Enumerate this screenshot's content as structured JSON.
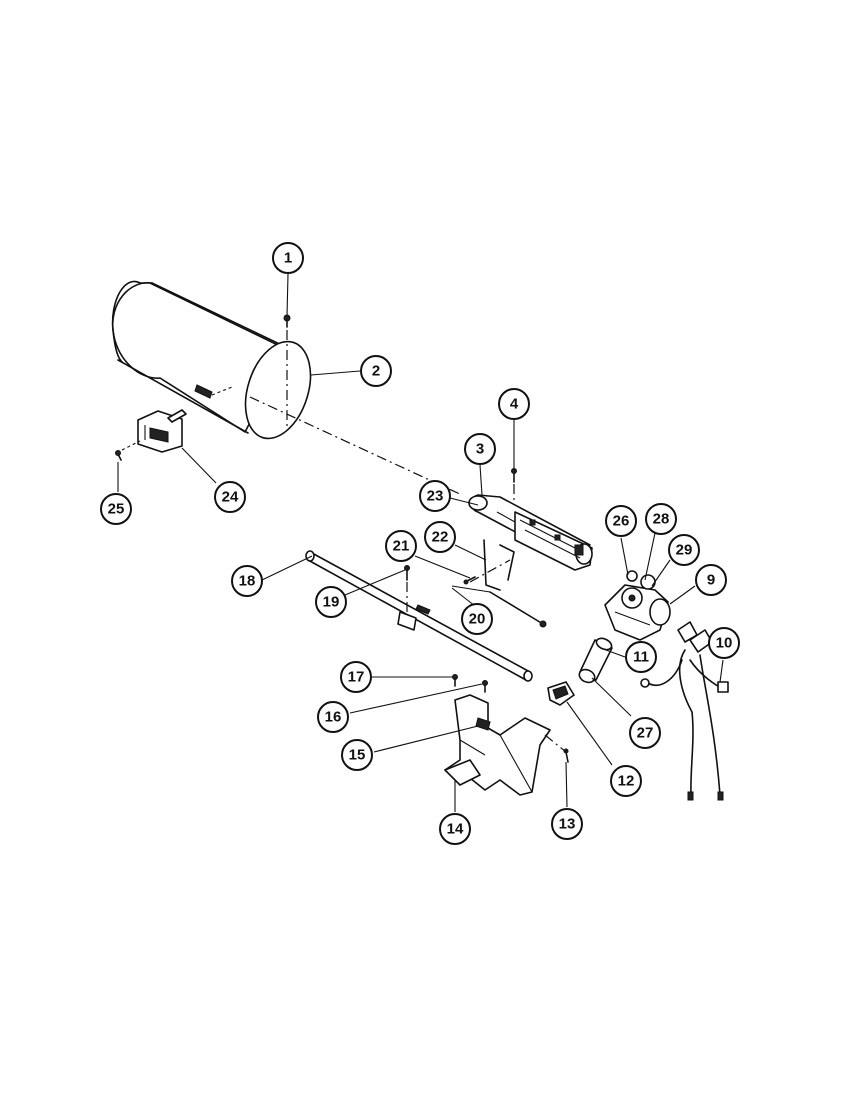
{
  "diagram": {
    "callouts": [
      {
        "id": "c1",
        "label": "1"
      },
      {
        "id": "c2",
        "label": "2"
      },
      {
        "id": "c3",
        "label": "3"
      },
      {
        "id": "c4",
        "label": "4"
      },
      {
        "id": "c9",
        "label": "9"
      },
      {
        "id": "c10",
        "label": "10"
      },
      {
        "id": "c11",
        "label": "11"
      },
      {
        "id": "c12",
        "label": "12"
      },
      {
        "id": "c13",
        "label": "13"
      },
      {
        "id": "c14",
        "label": "14"
      },
      {
        "id": "c15",
        "label": "15"
      },
      {
        "id": "c16",
        "label": "16"
      },
      {
        "id": "c17",
        "label": "17"
      },
      {
        "id": "c18",
        "label": "18"
      },
      {
        "id": "c19",
        "label": "19"
      },
      {
        "id": "c20",
        "label": "20"
      },
      {
        "id": "c21",
        "label": "21"
      },
      {
        "id": "c22",
        "label": "22"
      },
      {
        "id": "c23",
        "label": "23"
      },
      {
        "id": "c24",
        "label": "24"
      },
      {
        "id": "c25",
        "label": "25"
      },
      {
        "id": "c26",
        "label": "26"
      },
      {
        "id": "c27",
        "label": "27"
      },
      {
        "id": "c28",
        "label": "28"
      },
      {
        "id": "c29",
        "label": "29"
      }
    ]
  }
}
